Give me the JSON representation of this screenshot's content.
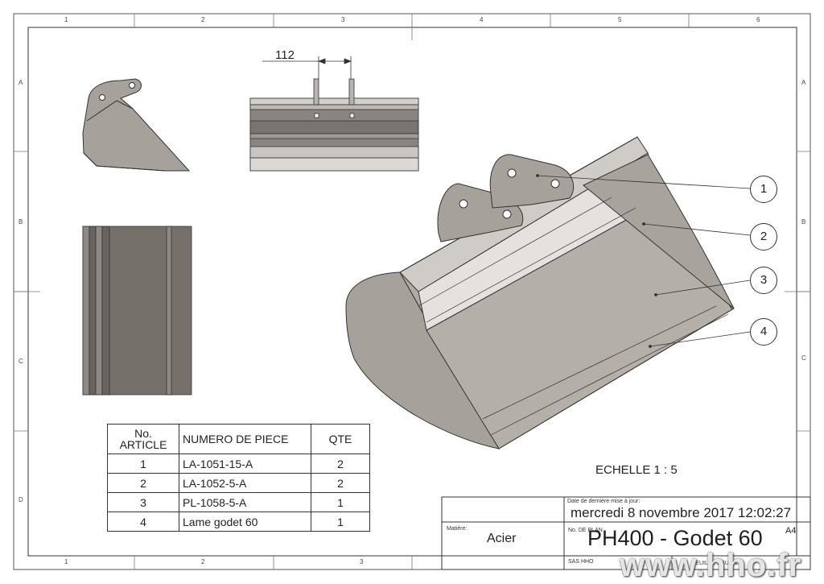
{
  "zones": {
    "cols_top": [
      "1",
      "2",
      "3",
      "4",
      "5",
      "6"
    ],
    "cols_bottom": [
      "1",
      "2",
      "3"
    ],
    "rows": [
      "A",
      "B",
      "C",
      "D"
    ]
  },
  "dimension": "112",
  "balloons": [
    "1",
    "2",
    "3",
    "4"
  ],
  "bom": {
    "headers": {
      "no": "No. ARTICLE",
      "part": "NUMERO DE PIECE",
      "qty": "QTE"
    },
    "rows": [
      {
        "no": "1",
        "part": "LA-1051-15-A",
        "qty": "2"
      },
      {
        "no": "2",
        "part": "LA-1052-5-A",
        "qty": "2"
      },
      {
        "no": "3",
        "part": "PL-1058-5-A",
        "qty": "1"
      },
      {
        "no": "4",
        "part": "Lame godet 60",
        "qty": "1"
      }
    ]
  },
  "scale": "ECHELLE 1 : 5",
  "title_block": {
    "date_label": "Date de dernière mise à jour:",
    "date_value": "mercredi 8 novembre 2017 12:02:27",
    "material_label": "Matière:",
    "material_value": "Acier",
    "plan_label": "No. DE PLAN",
    "plan_value": "PH400 - Godet 60",
    "format": "A4",
    "company": "SAS HHO",
    "sheet": "FEUILLE 1 SUR 1"
  },
  "watermark": "www.hho.fr",
  "colors": {
    "part_fill": "#a7a19b",
    "part_dark": "#6e6863",
    "line": "#333333"
  }
}
